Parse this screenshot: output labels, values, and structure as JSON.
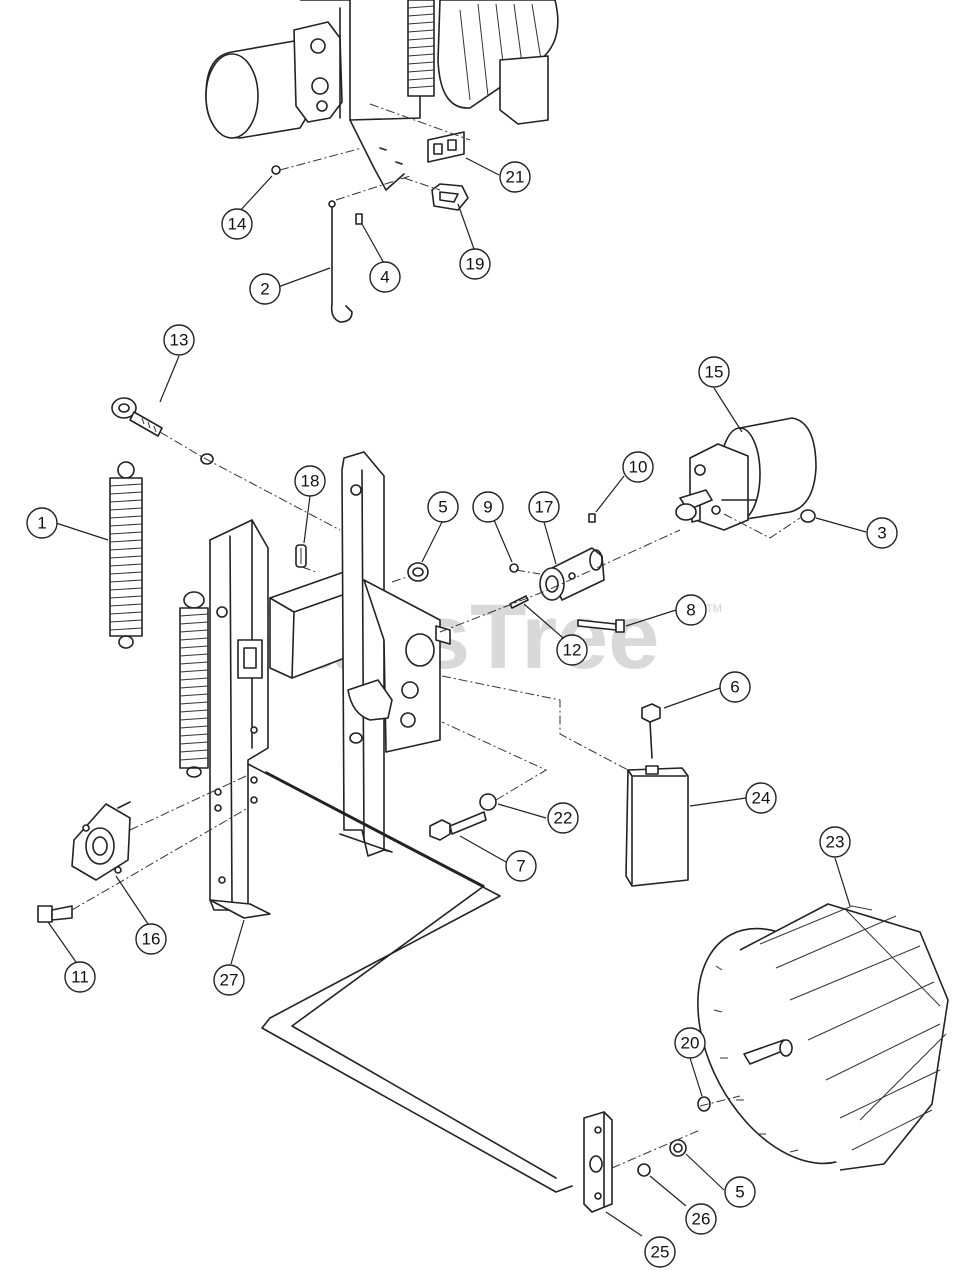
{
  "watermark": {
    "text": "PartsTree",
    "trademark": "TM"
  },
  "callouts": {
    "c21": "21",
    "c19": "19",
    "c14": "14",
    "c4": "4",
    "c2": "2",
    "c13": "13",
    "c15": "15",
    "c10": "10",
    "c1": "1",
    "c18": "18",
    "c5a": "5",
    "c9": "9",
    "c17": "17",
    "c3": "3",
    "c8": "8",
    "c12": "12",
    "c6": "6",
    "c24": "24",
    "c22": "22",
    "c7": "7",
    "c23": "23",
    "c16": "16",
    "c27": "27",
    "c11": "11",
    "c20": "20",
    "c5b": "5",
    "c26": "26",
    "c25": "25"
  },
  "colors": {
    "line": "#222222",
    "watermark": "#d9d9d9",
    "background": "#ffffff"
  }
}
